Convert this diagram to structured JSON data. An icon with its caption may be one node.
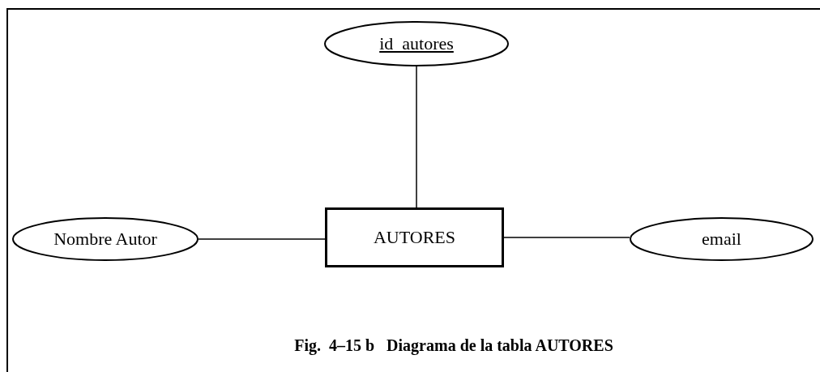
{
  "diagram": {
    "caption": "Fig.  4–15 b   Diagrama de la tabla AUTORES",
    "nodes": [
      {
        "text": [
          "id_autores"
        ]
      },
      {
        "text": [
          "Nombre Autor"
        ]
      },
      {
        "text": [
          "AUTORES"
        ]
      },
      {
        "text": [
          "email"
        ]
      }
    ],
    "edges": [
      {
        "from": 0,
        "to": 2,
        "arrow": "none"
      },
      {
        "from": 1,
        "to": 2,
        "arrow": "none"
      },
      {
        "from": 2,
        "to": 3,
        "arrow": "none"
      }
    ]
  }
}
